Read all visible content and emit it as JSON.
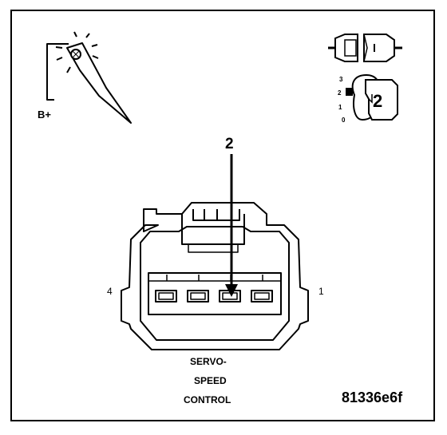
{
  "probe_tool": {
    "supply_label": "B+"
  },
  "meter": {
    "scale_labels": [
      "3",
      "2",
      "1",
      "0"
    ],
    "selected_label": "2"
  },
  "connector": {
    "probe_pin_label": "2",
    "pin_left_label": "4",
    "pin_right_label": "1",
    "caption_lines": [
      "SERVO-",
      "SPEED",
      "CONTROL"
    ]
  },
  "figure_id": "81336e6f"
}
